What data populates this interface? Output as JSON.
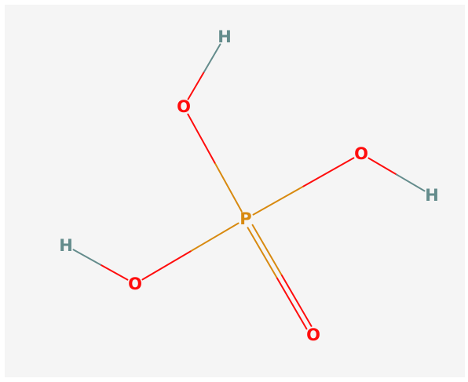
{
  "molecule": {
    "atoms": [
      {
        "id": "P1",
        "symbol": "P",
        "color": "#d88a10"
      },
      {
        "id": "O1",
        "symbol": "O",
        "color": "#ff0d0d"
      },
      {
        "id": "O2",
        "symbol": "O",
        "color": "#ff0d0d"
      },
      {
        "id": "O3",
        "symbol": "O",
        "color": "#ff0d0d"
      },
      {
        "id": "O4",
        "symbol": "O",
        "color": "#ff0d0d"
      },
      {
        "id": "H1",
        "symbol": "H",
        "color": "#648c8c"
      },
      {
        "id": "H2",
        "symbol": "H",
        "color": "#648c8c"
      },
      {
        "id": "H3",
        "symbol": "H",
        "color": "#648c8c"
      }
    ],
    "bonds": [
      {
        "from": "P1",
        "to": "O1",
        "order": 1
      },
      {
        "from": "P1",
        "to": "O2",
        "order": 1
      },
      {
        "from": "P1",
        "to": "O3",
        "order": 1
      },
      {
        "from": "P1",
        "to": "O4",
        "order": 2
      },
      {
        "from": "O1",
        "to": "H1",
        "order": 1
      },
      {
        "from": "O2",
        "to": "H2",
        "order": 1
      },
      {
        "from": "O3",
        "to": "H3",
        "order": 1
      }
    ]
  },
  "colors": {
    "background": "#f5f5f5",
    "phosphorus": "#d88a10",
    "oxygen": "#ff0d0d",
    "hydrogen": "#648c8c"
  }
}
